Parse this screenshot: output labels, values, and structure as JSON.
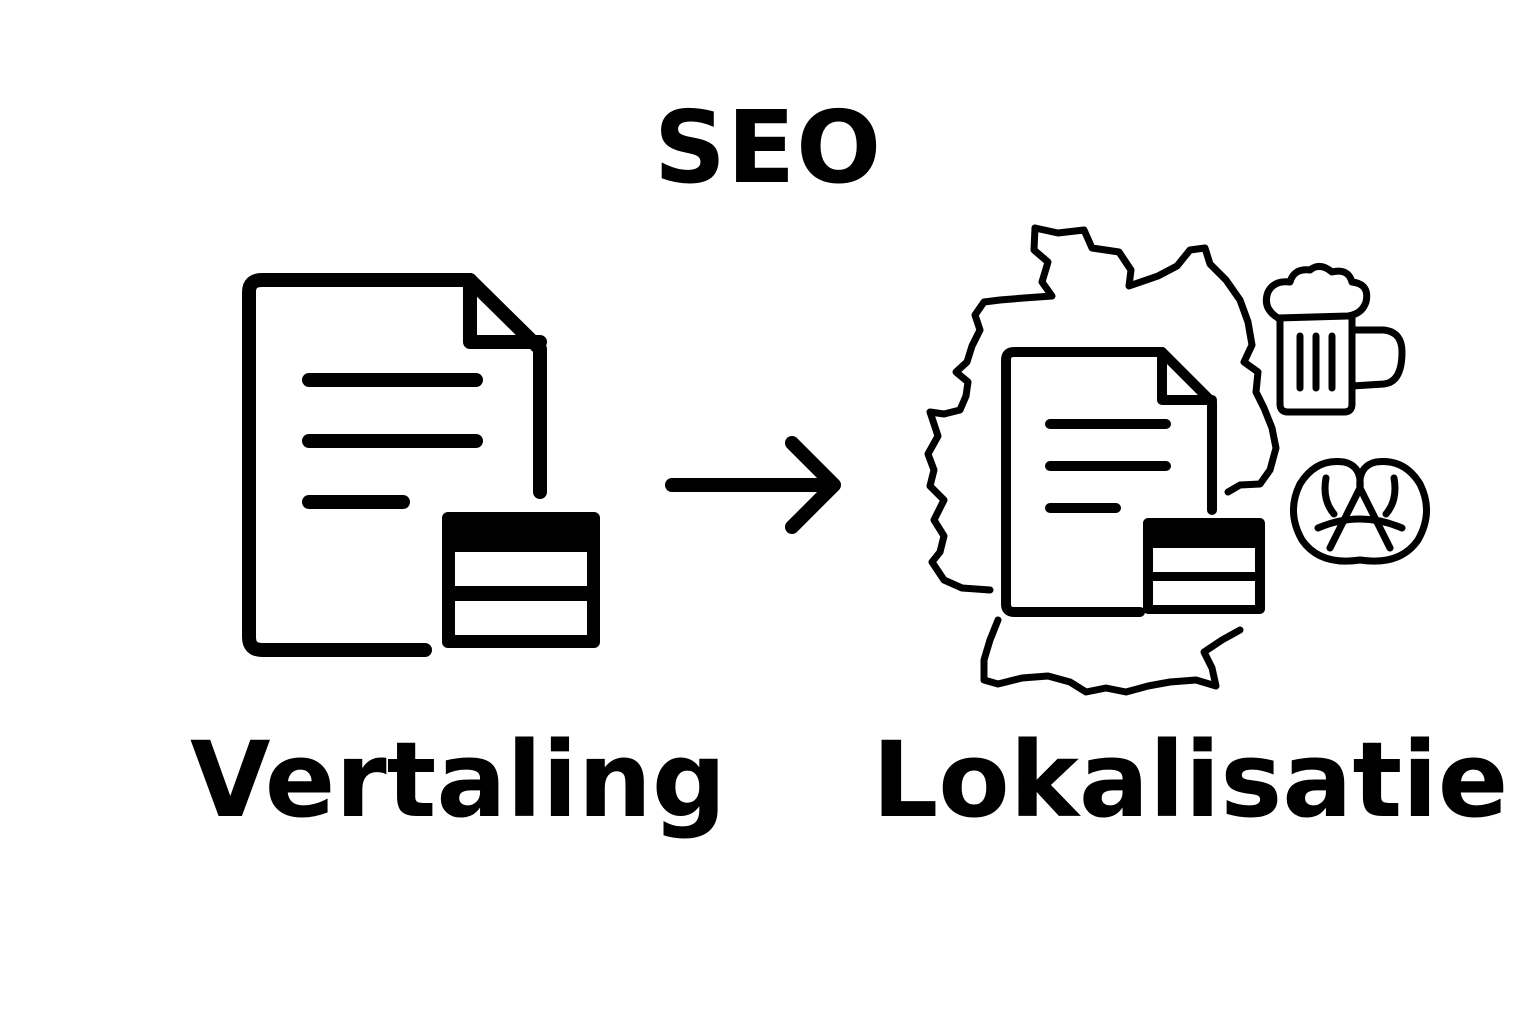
{
  "diagram": {
    "title": "SEO",
    "left_label": "Vertaling",
    "right_label": "Lokalisatie",
    "stroke_color": "#000000",
    "background_color": "#ffffff",
    "icons": {
      "left": "document-with-flag-icon",
      "connector": "arrow-right-icon",
      "right_background": "germany-map-outline-icon",
      "right_document": "document-with-flag-icon",
      "beer": "beer-mug-icon",
      "pretzel": "pretzel-icon"
    }
  }
}
